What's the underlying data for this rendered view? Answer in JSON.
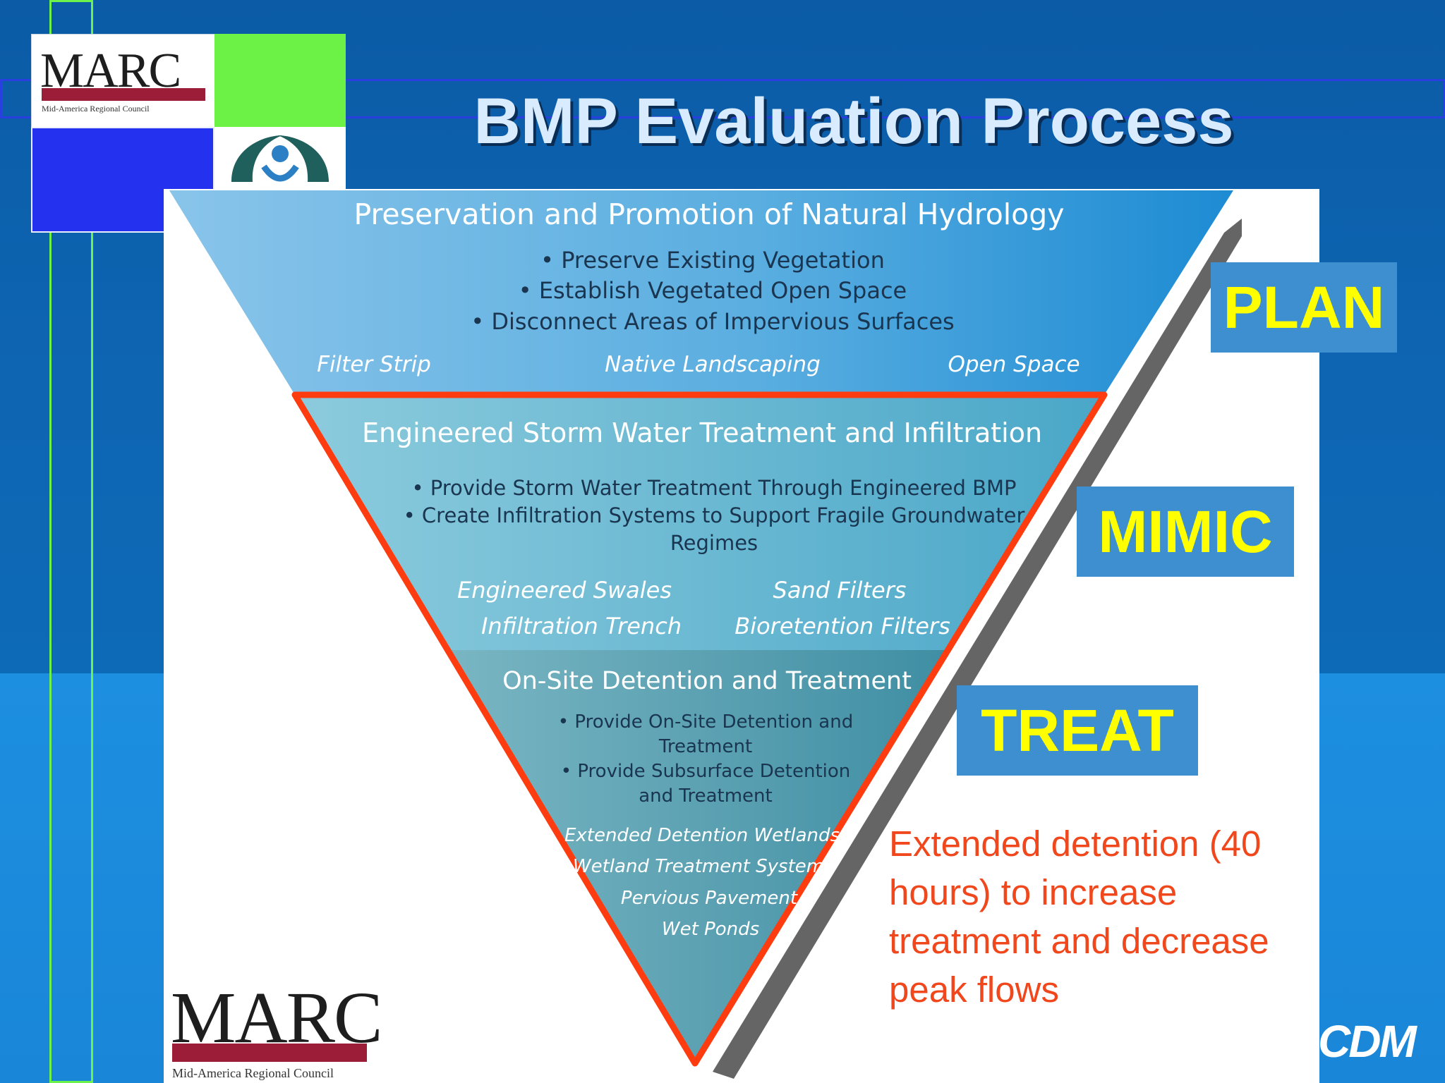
{
  "title": "BMP Evaluation Process",
  "logo_top": {
    "name": "MARC",
    "subtitle": "Mid-America Regional Council"
  },
  "logo_bottom": {
    "name": "MARC",
    "subtitle": "Mid-America Regional Council"
  },
  "cdm_logo": "CDM",
  "colors": {
    "accent_green": "#6cf247",
    "tag_text": "#ffff00",
    "outline_red": "#ff3b10",
    "note_text": "#f0471d"
  },
  "pyramid": {
    "top": {
      "heading": "Preservation and Promotion of Natural Hydrology",
      "bullets": [
        "• Preserve Existing Vegetation",
        "• Establish Vegetated Open Space",
        "• Disconnect Areas of Impervious Surfaces"
      ],
      "examples": [
        "Filter Strip",
        "Native Landscaping",
        "Open Space"
      ]
    },
    "middle": {
      "heading": "Engineered Storm Water Treatment and Infiltration",
      "bullets": [
        "• Provide Storm Water Treatment Through Engineered BMP",
        "• Create Infiltration Systems to Support Fragile Groundwater",
        "Regimes"
      ],
      "examples": [
        "Engineered  Swales",
        "Sand Filters",
        "Infiltration Trench",
        "Bioretention Filters"
      ]
    },
    "bottom": {
      "heading": "On-Site Detention and Treatment",
      "bullets": [
        "• Provide On-Site Detention and",
        "Treatment",
        "• Provide Subsurface Detention",
        "and Treatment"
      ],
      "examples": [
        "Extended Detention Wetlands",
        "Wetland Treatment System",
        "Pervious Pavement",
        "Wet Ponds"
      ]
    }
  },
  "tags": {
    "plan": "PLAN",
    "mimic": "MIMIC",
    "treat": "TREAT"
  },
  "note": "Extended detention (40 hours) to increase treatment and decrease peak flows"
}
